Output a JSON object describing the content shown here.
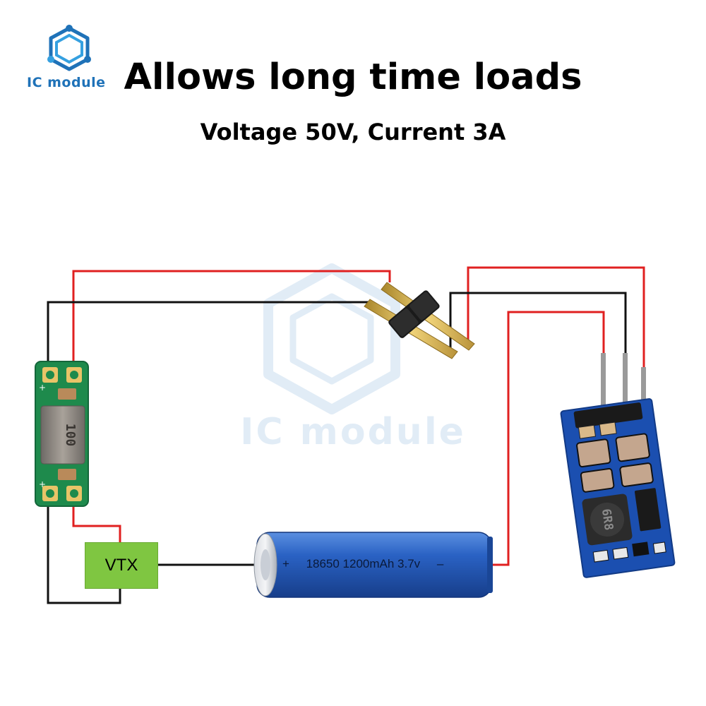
{
  "brand": {
    "logo_text": "IC module",
    "watermark_text": "IC module"
  },
  "header": {
    "title": "Allows long time loads",
    "subtitle": "Voltage 50V, Current 3A"
  },
  "components": {
    "vtx_label": "VTX",
    "battery": {
      "plus": "+",
      "spec": "18650  1200mAh 3.7v",
      "minus": "–"
    },
    "filter_inductor_marking": "100",
    "converter_inductor_marking": "6R8"
  },
  "colors": {
    "positive_wire": "#e02020",
    "negative_wire": "#111111",
    "pcb_green": "#1e8a4c",
    "pcb_blue": "#1b4fb0",
    "battery_blue": "#2a62c4",
    "vtx_green": "#7fc641",
    "logo_blue": "#1f72b8"
  },
  "icons": [
    "hexagon-logo-icon",
    "pin-header-icon",
    "battery-icon",
    "filter-board-icon",
    "converter-board-icon"
  ]
}
